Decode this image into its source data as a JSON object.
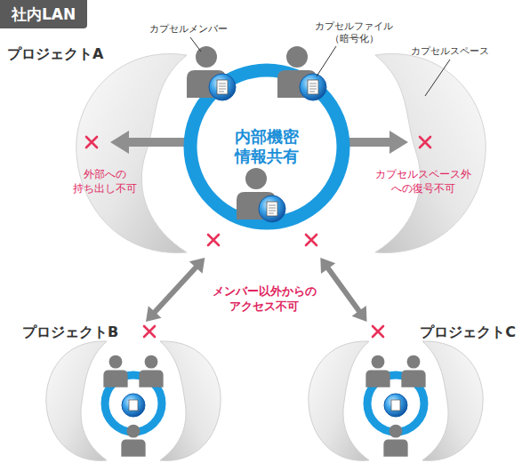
{
  "diagram": {
    "title": "社内LAN",
    "nodes": [
      {
        "text": [
          "プロジェクトA"
        ]
      },
      {
        "text": [
          "内部機密 情報共有"
        ],
        "in": 0
      },
      {
        "text": [
          "プロジェクトB"
        ]
      },
      {
        "text": [
          "プロジェクトC"
        ]
      }
    ],
    "edges": [
      {
        "from": 0,
        "to": 2,
        "arrow": "both"
      },
      {
        "from": 0,
        "to": 3,
        "arrow": "both"
      }
    ],
    "labels": [
      "カプセルメンバー",
      "カプセルファイル （暗号化）",
      "カプセルスペース",
      "外部への 持ち出し不可",
      "カプセルスペース外 への復号不可",
      "メンバー以外からの アクセス不可"
    ]
  }
}
